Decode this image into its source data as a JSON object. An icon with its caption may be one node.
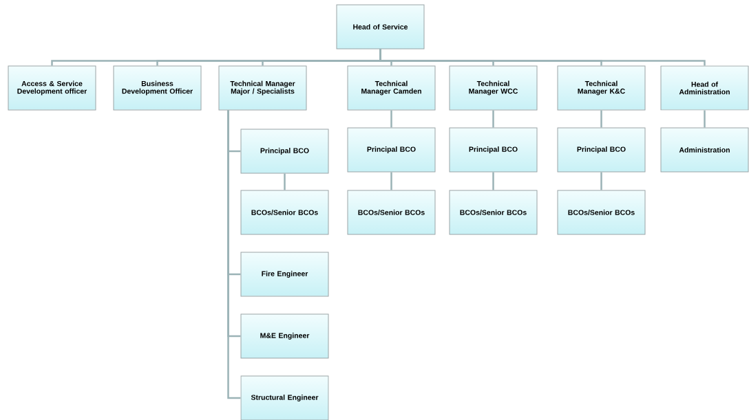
{
  "diagram": {
    "nodes": [
      {
        "text": [
          "Head of Service"
        ]
      },
      {
        "text": [
          "Access & Service Development officer"
        ]
      },
      {
        "text": [
          "Business Development Officer"
        ]
      },
      {
        "text": [
          "Technical Manager Major / Specialists"
        ]
      },
      {
        "text": [
          "Technical Manager Camden"
        ]
      },
      {
        "text": [
          "Technical Manager WCC"
        ]
      },
      {
        "text": [
          "Technical Manager K&C"
        ]
      },
      {
        "text": [
          "Head of Administration"
        ]
      },
      {
        "text": [
          "Principal BCO"
        ]
      },
      {
        "text": [
          "Principal BCO"
        ]
      },
      {
        "text": [
          "Principal BCO"
        ]
      },
      {
        "text": [
          "Principal BCO"
        ]
      },
      {
        "text": [
          "Administration"
        ]
      },
      {
        "text": [
          "BCOs/Senior BCOs"
        ]
      },
      {
        "text": [
          "BCOs/Senior BCOs"
        ]
      },
      {
        "text": [
          "BCOs/Senior BCOs"
        ]
      },
      {
        "text": [
          "BCOs/Senior BCOs"
        ]
      },
      {
        "text": [
          "Fire Engineer"
        ]
      },
      {
        "text": [
          "M&E Engineer"
        ]
      },
      {
        "text": [
          "Structural Engineer"
        ]
      }
    ],
    "edges": [
      {
        "from": 0,
        "to": 1,
        "arrow": "none"
      },
      {
        "from": 0,
        "to": 2,
        "arrow": "none"
      },
      {
        "from": 0,
        "to": 3,
        "arrow": "none"
      },
      {
        "from": 0,
        "to": 4,
        "arrow": "none"
      },
      {
        "from": 0,
        "to": 5,
        "arrow": "none"
      },
      {
        "from": 0,
        "to": 6,
        "arrow": "none"
      },
      {
        "from": 0,
        "to": 7,
        "arrow": "none"
      },
      {
        "from": 3,
        "to": 8,
        "arrow": "none"
      },
      {
        "from": 8,
        "to": 13,
        "arrow": "none"
      },
      {
        "from": 3,
        "to": 17,
        "arrow": "none"
      },
      {
        "from": 3,
        "to": 18,
        "arrow": "none"
      },
      {
        "from": 3,
        "to": 19,
        "arrow": "none"
      },
      {
        "from": 4,
        "to": 9,
        "arrow": "none"
      },
      {
        "from": 9,
        "to": 14,
        "arrow": "none"
      },
      {
        "from": 5,
        "to": 10,
        "arrow": "none"
      },
      {
        "from": 10,
        "to": 15,
        "arrow": "none"
      },
      {
        "from": 6,
        "to": 11,
        "arrow": "none"
      },
      {
        "from": 11,
        "to": 16,
        "arrow": "none"
      },
      {
        "from": 7,
        "to": 12,
        "arrow": "none"
      }
    ]
  }
}
